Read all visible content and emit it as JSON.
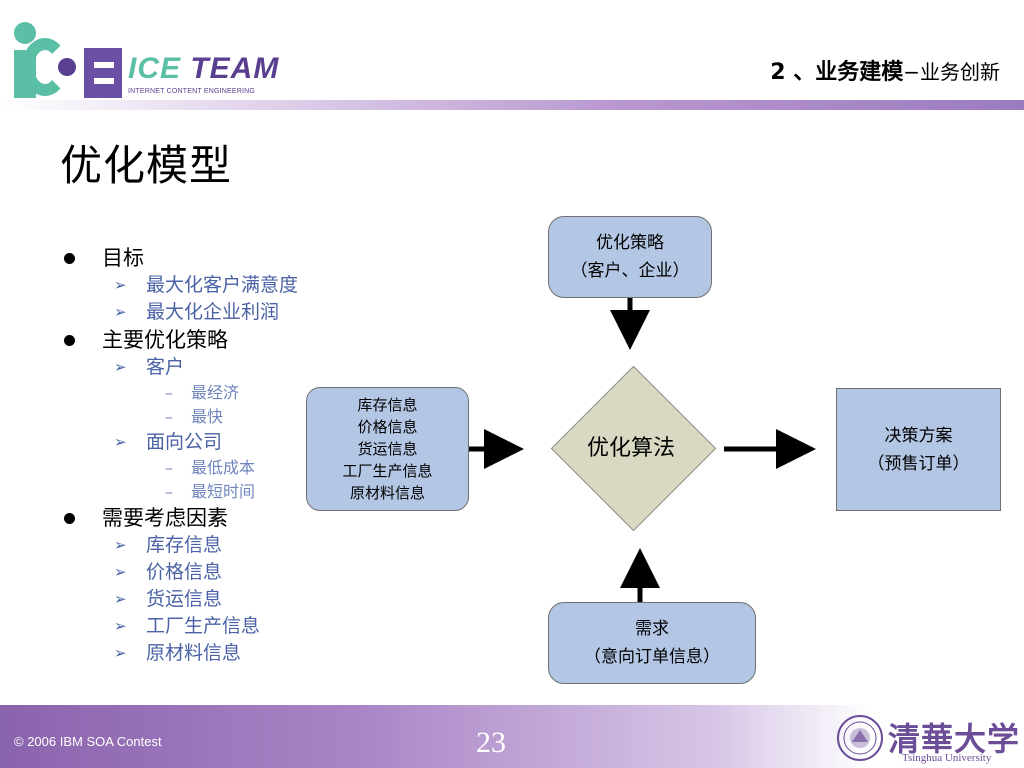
{
  "header": {
    "logo": {
      "brand_ice": "ICE",
      "brand_team": " TEAM",
      "tagline": "INTERNET   CONTENT   ENGINEERING"
    },
    "section_main": "2 、业务建模",
    "section_sub": "−业务创新"
  },
  "page_title": "优化模型",
  "bullets": [
    {
      "text": "目标",
      "children": [
        {
          "text": "最大化客户满意度",
          "children": []
        },
        {
          "text": "最大化企业利润",
          "children": []
        }
      ]
    },
    {
      "text": "主要优化策略",
      "children": [
        {
          "text": "客户",
          "children": [
            "最经济",
            "最快"
          ]
        },
        {
          "text": "面向公司",
          "children": [
            "最低成本",
            "最短时间"
          ]
        }
      ]
    },
    {
      "text": "需要考虑因素",
      "children": [
        {
          "text": "库存信息",
          "children": []
        },
        {
          "text": "价格信息",
          "children": []
        },
        {
          "text": "货运信息",
          "children": []
        },
        {
          "text": "工厂生产信息",
          "children": []
        },
        {
          "text": "原材料信息",
          "children": []
        }
      ]
    }
  ],
  "diagram": {
    "strategy": [
      "优化策略",
      "（客户、企业）"
    ],
    "inputs": [
      "库存信息",
      "价格信息",
      "货运信息",
      "工厂生产信息",
      "原材料信息"
    ],
    "algorithm": "优化算法",
    "decision": [
      "决策方案",
      "（预售订单）"
    ],
    "demand": [
      "需求",
      "（意向订单信息）"
    ]
  },
  "footer": {
    "copyright": "© 2006 IBM SOA Contest",
    "page_number": "23",
    "university_cn": "清華大学",
    "university_en": "Tsinghua University"
  },
  "colors": {
    "box_fill": "#b3c6e4",
    "diamond_fill": "#d9d9c3",
    "sub_bullet_text": "#4b63a6",
    "footer_purple": "#8a63ad",
    "logo_green": "#5bbfa6",
    "logo_purple": "#5a3e8f"
  }
}
